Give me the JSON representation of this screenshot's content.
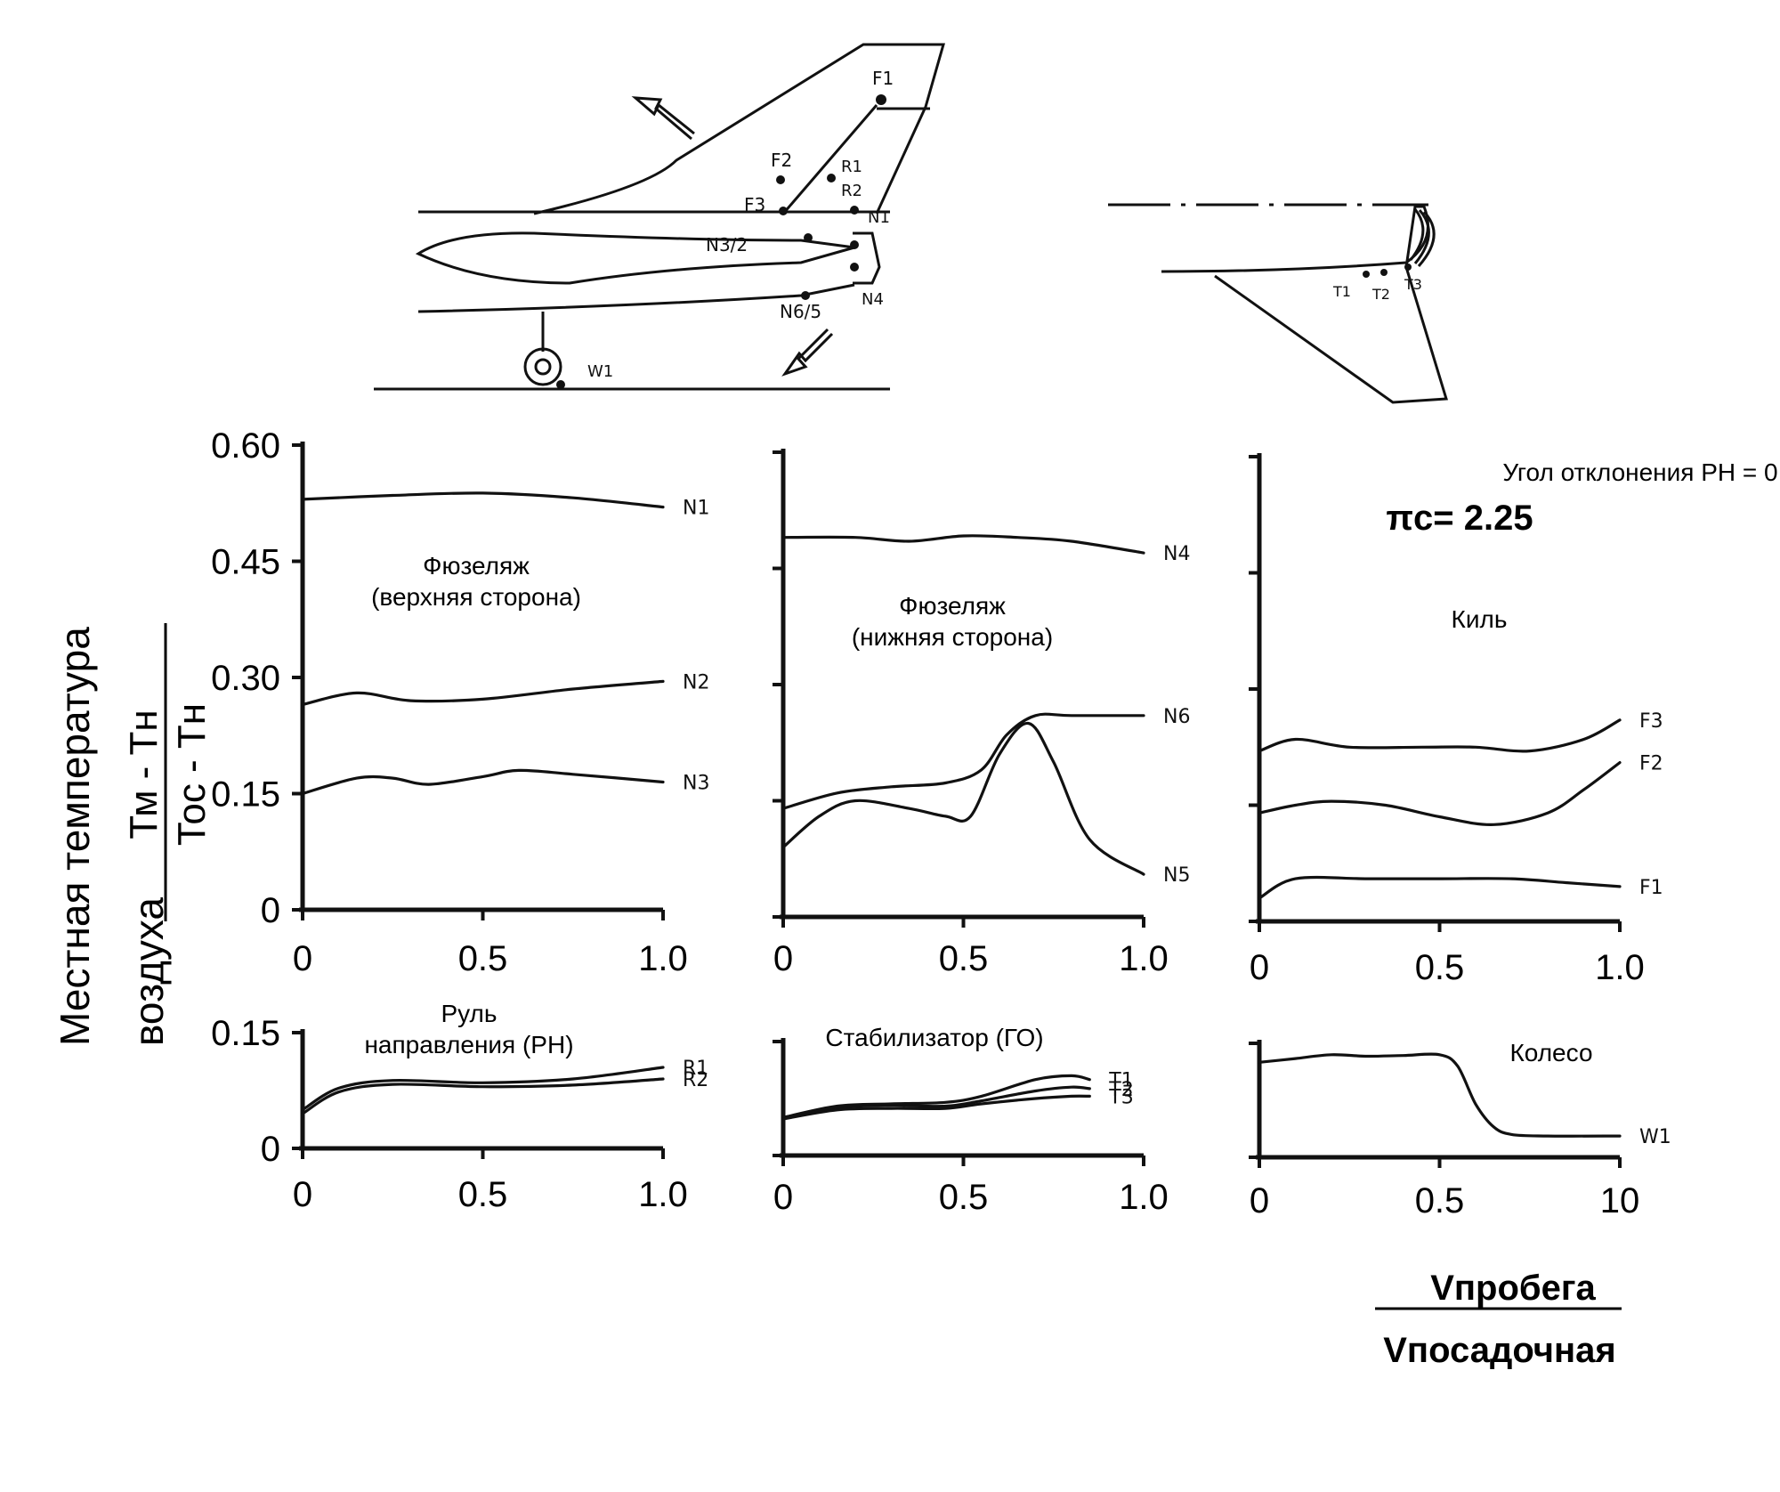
{
  "y_axis": {
    "label_line1": "Местная температура",
    "label_line2": "воздуха",
    "numerator": "Тм - Тн",
    "denominator": "Тос - Тн"
  },
  "x_axis": {
    "numerator": "Vпробега",
    "denominator": "Vпосадочная"
  },
  "info": {
    "rudder_angle": "Угол отклонения РН = 0",
    "pressure_ratio": "πc= 2.25"
  },
  "diagram": {
    "side_labels": [
      "F1",
      "F2",
      "R1",
      "R2",
      "F3",
      "N1",
      "N3/2",
      "N4",
      "N6/5",
      "W1"
    ],
    "tail_labels": [
      "T1",
      "T2",
      "T3"
    ]
  },
  "chart_data": [
    {
      "type": "line",
      "title": "Фюзеляж\n(верхняя сторона)",
      "xlim": [
        0,
        1
      ],
      "ylim": [
        0,
        0.6
      ],
      "yticks": [
        "0",
        "0.15",
        "0.30",
        "0.45",
        "0.60"
      ],
      "xticks": [
        "0",
        "0.5",
        "1.0"
      ],
      "series": [
        {
          "name": "N1",
          "x": [
            0,
            0.25,
            0.5,
            0.75,
            1.0
          ],
          "y": [
            0.53,
            0.535,
            0.538,
            0.532,
            0.52
          ]
        },
        {
          "name": "N2",
          "x": [
            0,
            0.15,
            0.3,
            0.5,
            0.75,
            1.0
          ],
          "y": [
            0.265,
            0.28,
            0.27,
            0.272,
            0.285,
            0.295
          ]
        },
        {
          "name": "N3",
          "x": [
            0,
            0.15,
            0.25,
            0.35,
            0.5,
            0.6,
            0.75,
            1.0
          ],
          "y": [
            0.15,
            0.17,
            0.17,
            0.162,
            0.172,
            0.18,
            0.175,
            0.165
          ]
        }
      ]
    },
    {
      "type": "line",
      "title": "Фюзеляж\n(нижняя сторона)",
      "xlim": [
        0,
        1
      ],
      "ylim": [
        0,
        0.6
      ],
      "yticks": [],
      "xticks": [
        "0",
        "0.5",
        "1.0"
      ],
      "series": [
        {
          "name": "N4",
          "x": [
            0,
            0.2,
            0.35,
            0.5,
            0.65,
            0.8,
            1.0
          ],
          "y": [
            0.49,
            0.49,
            0.485,
            0.492,
            0.49,
            0.485,
            0.47
          ]
        },
        {
          "name": "N6",
          "x": [
            0,
            0.15,
            0.3,
            0.45,
            0.55,
            0.62,
            0.7,
            0.8,
            1.0
          ],
          "y": [
            0.14,
            0.16,
            0.168,
            0.173,
            0.19,
            0.235,
            0.26,
            0.26,
            0.26
          ]
        },
        {
          "name": "N5",
          "x": [
            0,
            0.1,
            0.2,
            0.35,
            0.45,
            0.52,
            0.6,
            0.68,
            0.75,
            0.85,
            1.0
          ],
          "y": [
            0.09,
            0.13,
            0.15,
            0.14,
            0.13,
            0.13,
            0.21,
            0.25,
            0.2,
            0.1,
            0.055
          ]
        }
      ]
    },
    {
      "type": "line",
      "title": "Киль",
      "xlim": [
        0,
        1
      ],
      "ylim": [
        0,
        0.6
      ],
      "yticks": [],
      "xticks": [
        "0",
        "0.5",
        "1.0"
      ],
      "series": [
        {
          "name": "F3",
          "x": [
            0,
            0.1,
            0.25,
            0.45,
            0.6,
            0.75,
            0.9,
            1.0
          ],
          "y": [
            0.22,
            0.235,
            0.225,
            0.225,
            0.225,
            0.22,
            0.235,
            0.26
          ]
        },
        {
          "name": "F2",
          "x": [
            0,
            0.1,
            0.2,
            0.35,
            0.5,
            0.65,
            0.8,
            0.9,
            1.0
          ],
          "y": [
            0.14,
            0.15,
            0.155,
            0.15,
            0.135,
            0.125,
            0.14,
            0.17,
            0.205
          ]
        },
        {
          "name": "F1",
          "x": [
            0,
            0.1,
            0.3,
            0.5,
            0.7,
            0.85,
            1.0
          ],
          "y": [
            0.03,
            0.055,
            0.055,
            0.055,
            0.055,
            0.05,
            0.045
          ]
        }
      ]
    },
    {
      "type": "line",
      "title": "Руль\nнаправления (РН)",
      "xlim": [
        0,
        1
      ],
      "ylim": [
        0,
        0.15
      ],
      "yticks": [
        "0",
        "0.15"
      ],
      "xticks": [
        "0",
        "0.5",
        "1.0"
      ],
      "series": [
        {
          "name": "R1",
          "x": [
            0,
            0.1,
            0.25,
            0.5,
            0.75,
            1.0
          ],
          "y": [
            0.05,
            0.078,
            0.088,
            0.085,
            0.09,
            0.105
          ]
        },
        {
          "name": "R2",
          "x": [
            0,
            0.1,
            0.25,
            0.5,
            0.75,
            1.0
          ],
          "y": [
            0.045,
            0.073,
            0.083,
            0.08,
            0.082,
            0.09
          ]
        }
      ]
    },
    {
      "type": "line",
      "title": "Стабилизатор (ГО)",
      "xlim": [
        0,
        1
      ],
      "ylim": [
        0,
        0.15
      ],
      "yticks": [],
      "xticks": [
        "0",
        "0.5",
        "1.0"
      ],
      "series": [
        {
          "name": "T1",
          "x": [
            0,
            0.15,
            0.3,
            0.45,
            0.55,
            0.7,
            0.8,
            0.85
          ],
          "y": [
            0.05,
            0.065,
            0.068,
            0.07,
            0.078,
            0.1,
            0.105,
            0.1
          ]
        },
        {
          "name": "T2",
          "x": [
            0,
            0.15,
            0.3,
            0.45,
            0.55,
            0.7,
            0.8,
            0.85
          ],
          "y": [
            0.05,
            0.063,
            0.066,
            0.065,
            0.072,
            0.085,
            0.09,
            0.088
          ]
        },
        {
          "name": "T3",
          "x": [
            0,
            0.15,
            0.3,
            0.45,
            0.55,
            0.7,
            0.8,
            0.85
          ],
          "y": [
            0.048,
            0.06,
            0.062,
            0.062,
            0.068,
            0.075,
            0.078,
            0.078
          ]
        }
      ]
    },
    {
      "type": "line",
      "title": "Колесо",
      "xlim": [
        0,
        1
      ],
      "ylim": [
        0,
        0.15
      ],
      "yticks": [],
      "xticks": [
        "0",
        "0.5",
        "10"
      ],
      "series": [
        {
          "name": "W1",
          "x": [
            0,
            0.1,
            0.2,
            0.3,
            0.4,
            0.5,
            0.55,
            0.6,
            0.65,
            0.7,
            0.8,
            1.0
          ],
          "y": [
            0.125,
            0.13,
            0.135,
            0.133,
            0.134,
            0.135,
            0.12,
            0.07,
            0.04,
            0.03,
            0.028,
            0.028
          ]
        }
      ]
    }
  ]
}
